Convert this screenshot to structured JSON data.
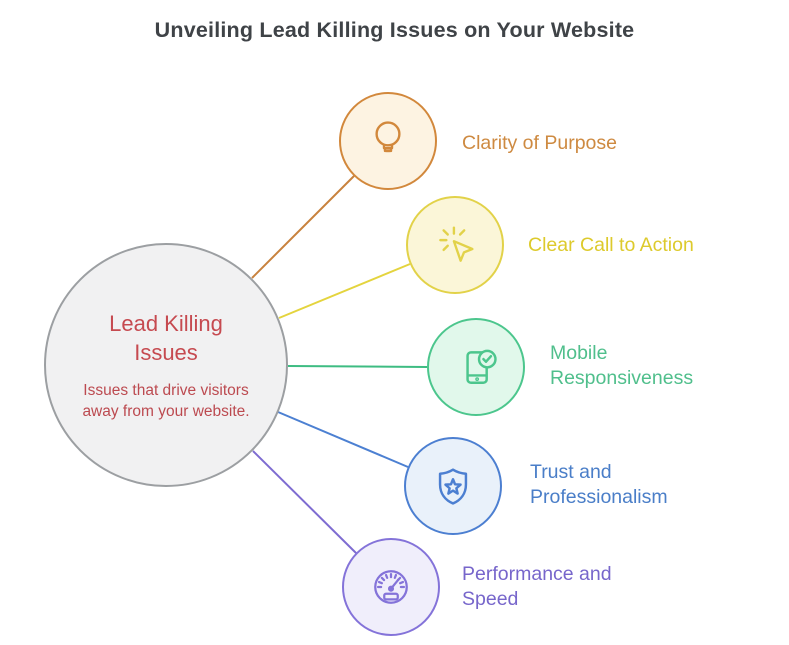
{
  "title": "Unveiling Lead Killing Issues on Your Website",
  "title_color": "#3f4347",
  "background_color": "#ffffff",
  "center": {
    "title": "Lead Killing Issues",
    "description": "Issues that drive visitors away from your website.",
    "fill": "#f1f1f2",
    "border": "#9c9fa2",
    "title_color": "#c64a50",
    "desc_color": "#bc4a50"
  },
  "items": [
    {
      "label": "Clarity of Purpose",
      "icon": "lightbulb-icon",
      "border": "#d2883c",
      "fill": "#fdf3e2",
      "text_color": "#ce8a41",
      "line_color": "#c8823e"
    },
    {
      "label": "Clear Call to Action",
      "icon": "cursor-click-icon",
      "border": "#e2d249",
      "fill": "#fbf6d8",
      "text_color": "#ddca2c",
      "line_color": "#e4d43e"
    },
    {
      "label": "Mobile Responsiveness",
      "icon": "mobile-check-icon",
      "border": "#4cc68d",
      "fill": "#e1f8eb",
      "text_color": "#50bf8c",
      "line_color": "#3ebc82"
    },
    {
      "label": "Trust and Professionalism",
      "icon": "shield-star-icon",
      "border": "#4c7fd1",
      "fill": "#e9f1fa",
      "text_color": "#4a7ec8",
      "line_color": "#4c80d2"
    },
    {
      "label": "Performance and Speed",
      "icon": "speedometer-icon",
      "border": "#8473d9",
      "fill": "#f0eefb",
      "text_color": "#7766cb",
      "line_color": "#7e6cd1"
    }
  ]
}
